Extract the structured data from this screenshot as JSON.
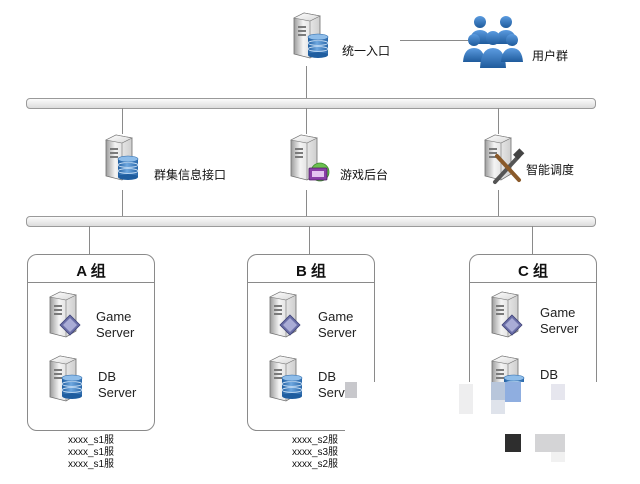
{
  "top": {
    "entry_label": "统一入口",
    "users_label": "用户群"
  },
  "middle": {
    "cluster_api_label": "群集信息接口",
    "game_admin_label": "游戏后台",
    "scheduler_label": "智能调度"
  },
  "groups": [
    {
      "title": "A 组",
      "game_server": [
        "Game",
        "Server"
      ],
      "db_server": [
        "DB",
        "Server"
      ],
      "servers": [
        "xxxx_s1服",
        "xxxx_s1服",
        "xxxx_s1服"
      ]
    },
    {
      "title": "B 组",
      "game_server": [
        "Game",
        "Server"
      ],
      "db_server": [
        "DB",
        "Serv"
      ],
      "servers": [
        "xxxx_s2服",
        "xxxx_s3服",
        "xxxx_s2服"
      ]
    },
    {
      "title": "C 组",
      "game_server": [
        "Game",
        "Server"
      ],
      "db_server": [
        "DB",
        ""
      ],
      "servers": []
    }
  ],
  "icons": {
    "entry": "server-db-icon",
    "users": "user-group-icon",
    "cluster_api": "server-db-icon",
    "game_admin": "server-monitor-icon",
    "scheduler": "server-tools-icon",
    "game_server": "server-diamond-icon",
    "db_server": "server-db-icon"
  },
  "colors": {
    "bus_border": "#9a9a9a",
    "line": "#8a8a8a",
    "db_blue": "#3d7fc4",
    "users_blue": "#2c6fb5",
    "server_gray": "#c9c9c9"
  }
}
